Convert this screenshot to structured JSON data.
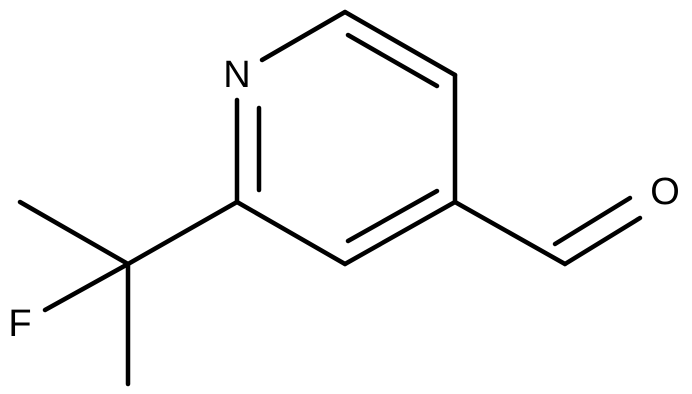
{
  "molecule": {
    "atoms": {
      "N": "N",
      "O": "O",
      "F": "F"
    }
  },
  "colors": {
    "bond": "#000000",
    "label": "#000000",
    "background": "#ffffff"
  }
}
